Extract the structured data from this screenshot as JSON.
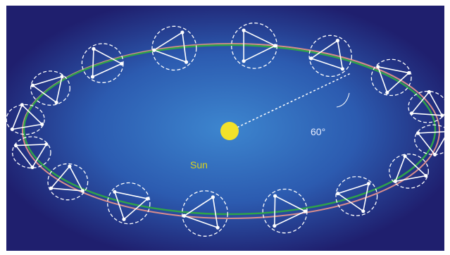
{
  "labels": {
    "center": "Sun",
    "angle": "60°"
  },
  "colors": {
    "background_inner": "#3d86cf",
    "background_outer": "#1f1f6e",
    "orbit_green": "#2fa24a",
    "orbit_pink": "#d88c8c",
    "sun": "#f2e12a",
    "label_sun": "#d9d21e",
    "label_angle": "#e6ecff",
    "formation": "#ffffff"
  },
  "formation_count": 16
}
